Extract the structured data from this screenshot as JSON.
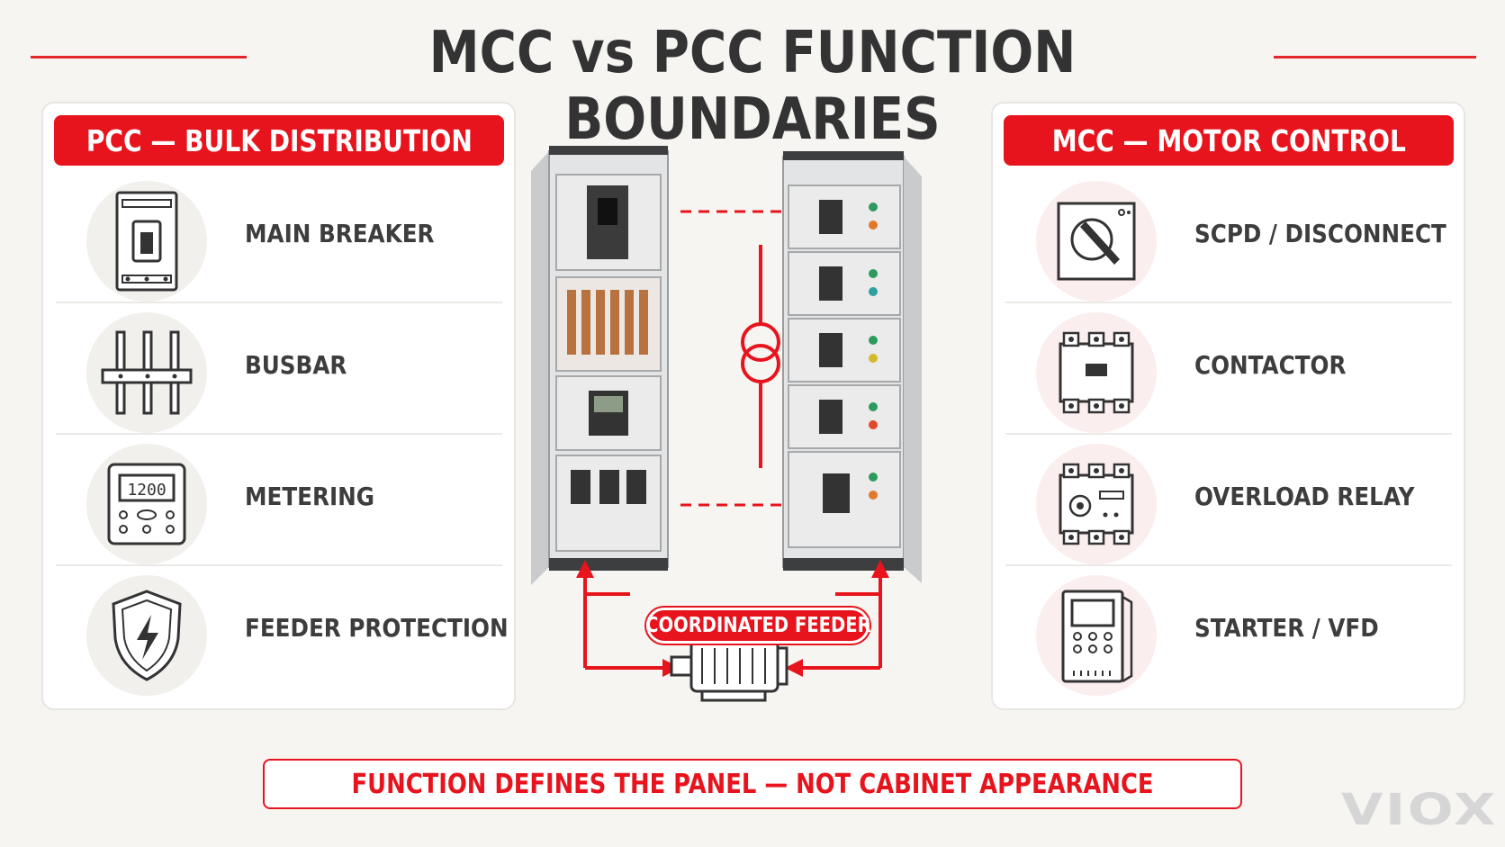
{
  "title": "MCC vs PCC FUNCTION BOUNDARIES",
  "left_panel": {
    "header": "PCC — BULK DISTRIBUTION",
    "items": [
      {
        "label": "MAIN BREAKER",
        "icon": "breaker-icon"
      },
      {
        "label": "BUSBAR",
        "icon": "busbar-icon"
      },
      {
        "label": "METERING",
        "icon": "meter-icon",
        "display": "1200"
      },
      {
        "label": "FEEDER PROTECTION",
        "icon": "shield-bolt-icon"
      }
    ]
  },
  "right_panel": {
    "header": "MCC — MOTOR CONTROL",
    "items": [
      {
        "label": "SCPD / DISCONNECT",
        "icon": "disconnect-switch-icon"
      },
      {
        "label": "CONTACTOR",
        "icon": "contactor-icon"
      },
      {
        "label": "OVERLOAD RELAY",
        "icon": "overload-relay-icon"
      },
      {
        "label": "STARTER / VFD",
        "icon": "vfd-icon"
      }
    ]
  },
  "center": {
    "feeder_label": "COORDINATED FEEDER",
    "symbols": [
      "transformer-symbol",
      "motor-icon"
    ]
  },
  "footer": "FUNCTION DEFINES THE PANEL — NOT CABINET APPEARANCE",
  "logo": "VIOX",
  "colors": {
    "accent": "#e8141d",
    "text": "#3a3a3a",
    "background": "#f7f5f2"
  }
}
